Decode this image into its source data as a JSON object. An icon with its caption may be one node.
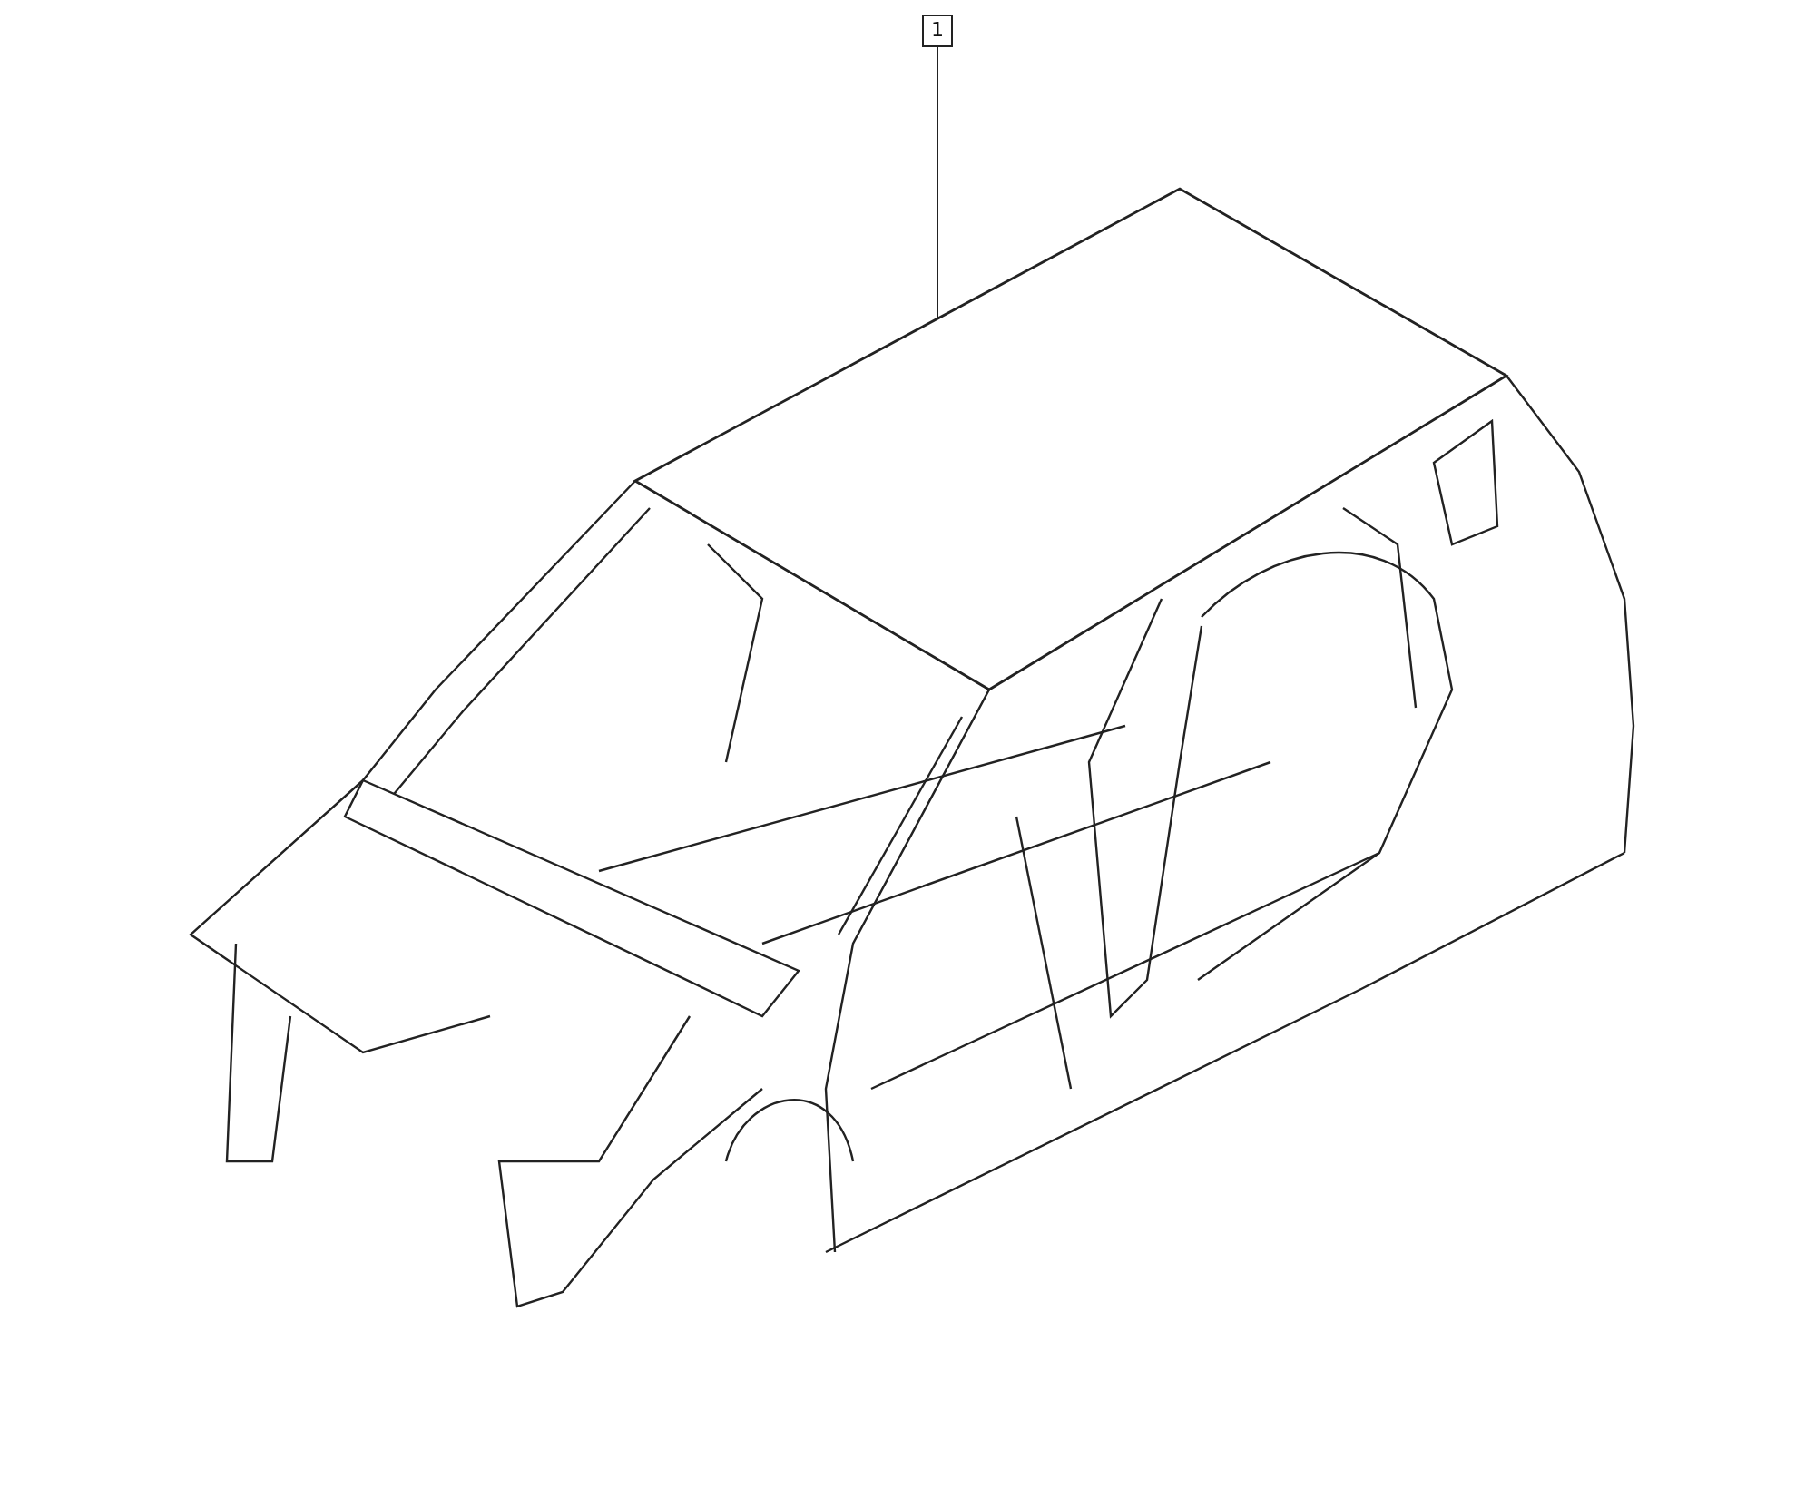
{
  "diagram": {
    "nodes": [
      {
        "text": [
          "1"
        ]
      },
      {
        "text": [],
        "shape": "picture"
      }
    ],
    "edges": [
      {
        "from": 0,
        "to": 1,
        "arrow": "none"
      }
    ]
  }
}
